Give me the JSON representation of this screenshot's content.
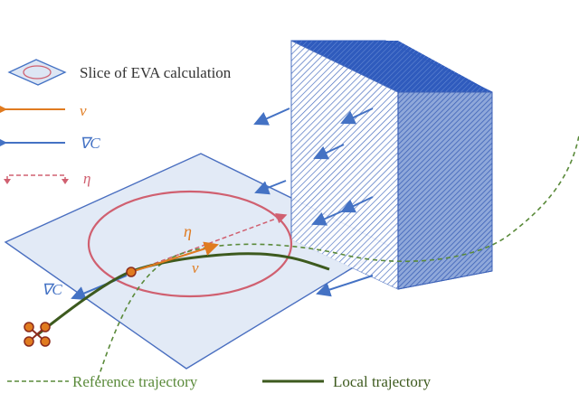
{
  "legend": {
    "slice_label": "Slice of EVA calculation",
    "v_symbol": "v",
    "grad_symbol": "∇C",
    "eta_symbol": "η"
  },
  "diagram": {
    "eta_label": "η",
    "v_label": "v",
    "grad_label": "∇C"
  },
  "bottom_legend": {
    "reference_label": "Reference trajectory",
    "local_label": "Local trajectory"
  },
  "colors": {
    "orange": "#e07b20",
    "blue": "#4472c4",
    "pink": "#d06070",
    "green_dark": "#3d5a1e",
    "green_dashed": "#5a8a3a",
    "plane_fill": "#dde6f4",
    "box_dark": "#3f6bc4"
  }
}
